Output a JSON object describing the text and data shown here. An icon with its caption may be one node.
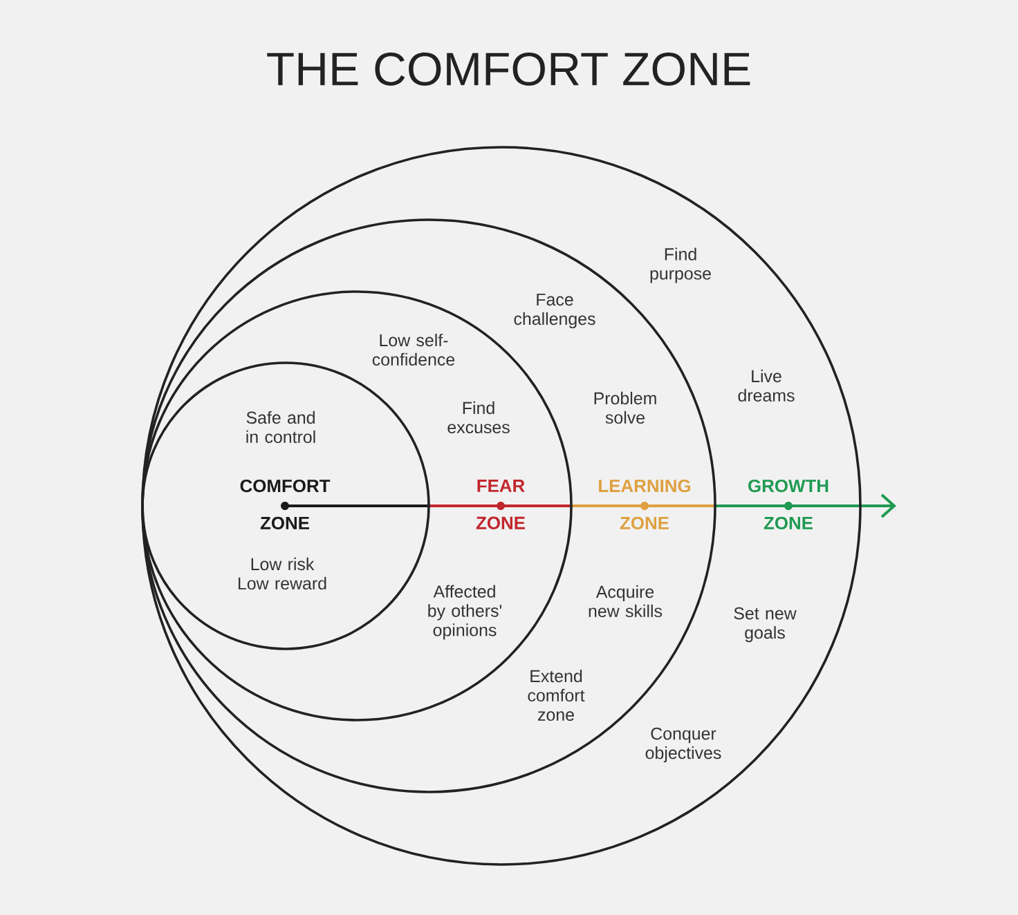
{
  "diagram": {
    "title": "THE COMFORT ZONE",
    "nodes": [
      {
        "text": [
          "Safe and in control",
          "COMFORT ZONE",
          "Low risk Low reward"
        ],
        "in": 1
      },
      {
        "text": [
          "Low self-confidence",
          "Find excuses",
          "FEAR ZONE",
          "Affected by others' opinions"
        ],
        "in": 2
      },
      {
        "text": [
          "Face challenges",
          "Problem solve",
          "LEARNING ZONE",
          "Acquire new skills",
          "Extend comfort zone"
        ],
        "in": 3
      },
      {
        "text": [
          "Find purpose",
          "Live dreams",
          "GROWTH ZONE",
          "Set new goals",
          "Conquer objectives"
        ]
      }
    ]
  }
}
